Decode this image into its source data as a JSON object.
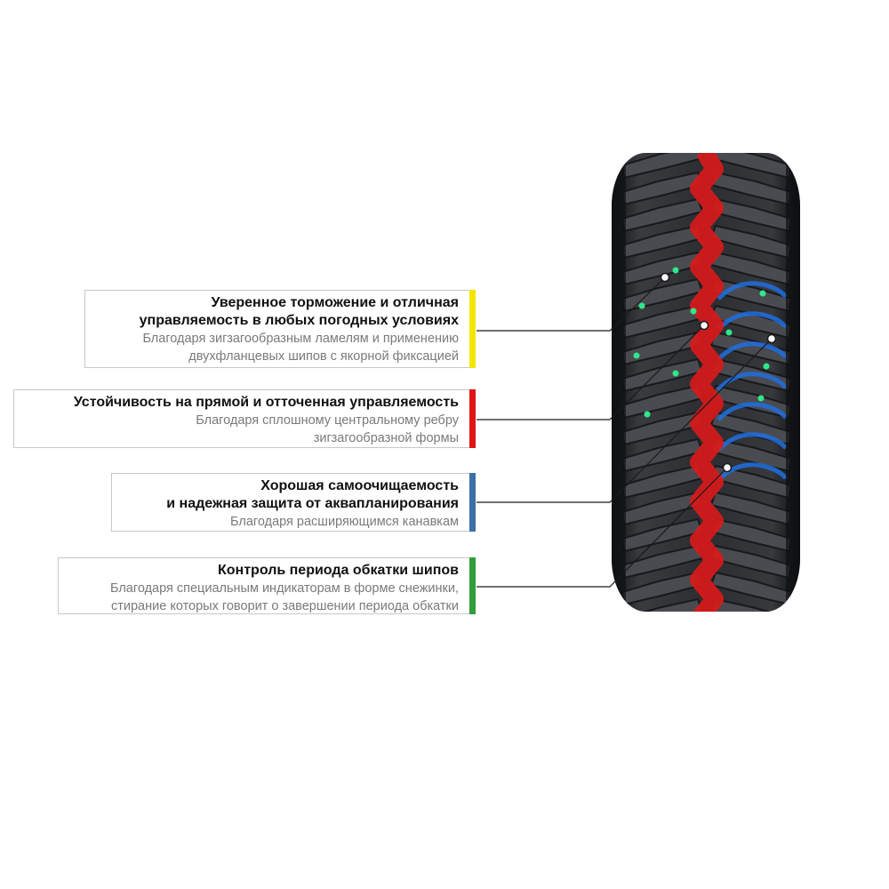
{
  "features": [
    {
      "title": "Уверенное торможение и отличная\nуправляемость в любых погодных условиях",
      "description": "Благодаря зигзагообразным ламелям и применению\nдвухфланцевых шипов с якорной фиксацией",
      "color": "#f2e600"
    },
    {
      "title": "Устойчивость на прямой и отточенная управляемость",
      "description": "Благодаря сплошному центральному ребру\nзигзагообразной формы",
      "color": "#e01414"
    },
    {
      "title": "Хорошая самоочищаемость\nи надежная защита от аквапланирования",
      "description": "Благодаря расширяющимся канавкам",
      "color": "#3d6fa8"
    },
    {
      "title": "Контроль периода обкатки шипов",
      "description": "Благодаря специальным индикаторам в форме снежинки,\nстирание которых говорит о завершении периода обкатки",
      "color": "#2f9e3a"
    }
  ],
  "tire": {
    "body_color": "#2a2b2e",
    "rib_color": "#d81a1a",
    "groove_color": "#1f6fe0",
    "stud_color": "#2ee88a"
  }
}
